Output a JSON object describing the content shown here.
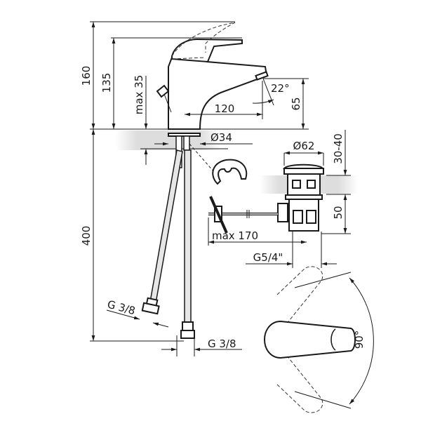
{
  "title": "Single-lever basin mixer technical drawing",
  "dimensions": {
    "total_height": "160",
    "spout_height": "135",
    "max_counter_thickness": "max 35",
    "spout_reach": "120",
    "aerator_angle": "22°",
    "spout_clearance": "65",
    "mounting_hole": "Ø34",
    "hose_length": "400",
    "drain_cap_diameter": "Ø62",
    "drain_cap_height": "30-40",
    "drain_body_height": "50",
    "drain_rod_length": "max 170",
    "drain_thread": "G5/4\"",
    "hose_thread_1": "G 3/8",
    "hose_thread_2": "G 3/8",
    "lever_rotation": "90°"
  }
}
